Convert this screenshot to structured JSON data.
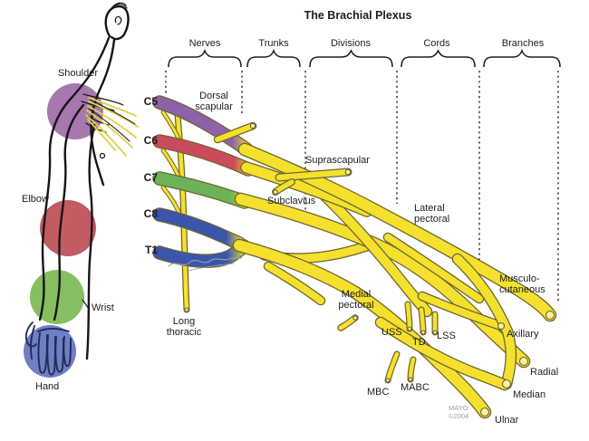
{
  "title": "The Brachial Plexus",
  "columns": {
    "nerves": "Nerves",
    "trunks": "Trunks",
    "divisions": "Divisions",
    "cords": "Cords",
    "branches": "Branches"
  },
  "arm_regions": {
    "shoulder": "Shoulder",
    "elbow": "Elbow",
    "wrist": "Wrist",
    "hand": "Hand"
  },
  "roots": {
    "c5": "C5",
    "c6": "C6",
    "c7": "C7",
    "c8": "C8",
    "t1": "T1"
  },
  "nerves": {
    "dorsal_scapular": "Dorsal scapular",
    "suprascapular": "Suprascapular",
    "subclavius": "Subclavius",
    "lateral_pectoral": "Lateral pectoral",
    "medial_pectoral": "Medial pectoral",
    "long_thoracic": "Long thoracic",
    "uss": "USS",
    "td": "TD",
    "lss": "LSS",
    "mbc": "MBC",
    "mabc": "MABC",
    "musculocutaneous": "Musculo-cutaneous",
    "axillary": "Axillary",
    "radial": "Radial",
    "median": "Median",
    "ulnar": "Ulnar"
  },
  "watermark": {
    "line1": "MAYO",
    "line2": "©2004"
  },
  "colors": {
    "yellow": "#F5E12D",
    "outline": "#6E6530",
    "purple": "#8E62A8",
    "red": "#C94B5C",
    "green": "#6CB257",
    "blue": "#3B55AE",
    "circle_purple": "#A678AE",
    "circle_red": "#C25B62",
    "circle_green": "#86BE62",
    "circle_blue": "#6F7FC6"
  }
}
